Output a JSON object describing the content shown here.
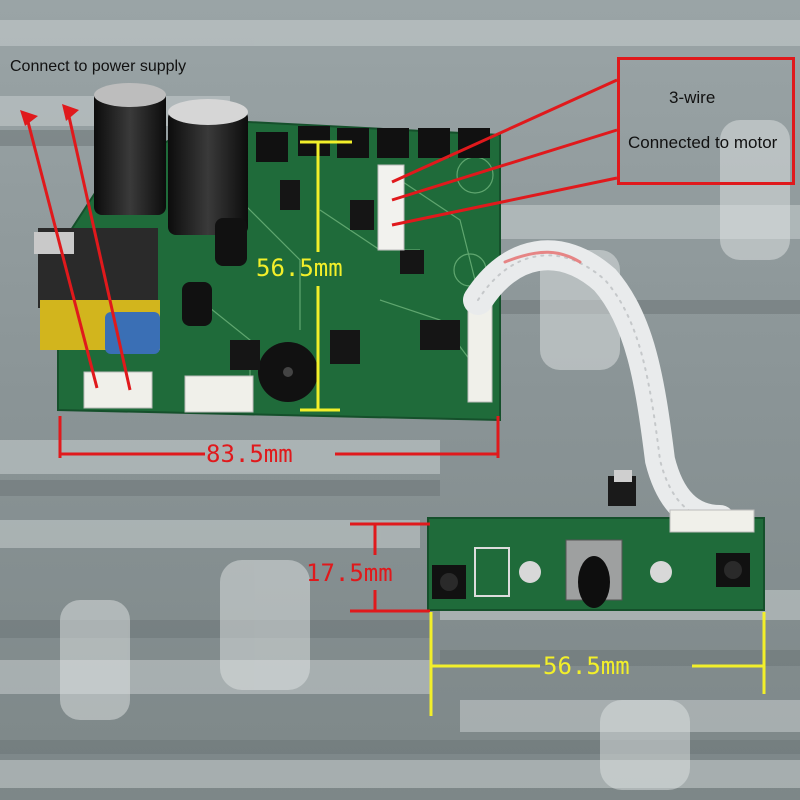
{
  "labels": {
    "power": "Connect to power supply",
    "three_wire": "3-wire",
    "motor": "Connected to motor"
  },
  "dimensions": {
    "main_width": "83.5mm",
    "main_height": "56.5mm",
    "small_height": "17.5mm",
    "small_width": "56.5mm"
  },
  "colors": {
    "annotation_red": "#e0191c",
    "annotation_yellow": "#f2ef2a",
    "pcb_green": "#1f6b3a"
  }
}
